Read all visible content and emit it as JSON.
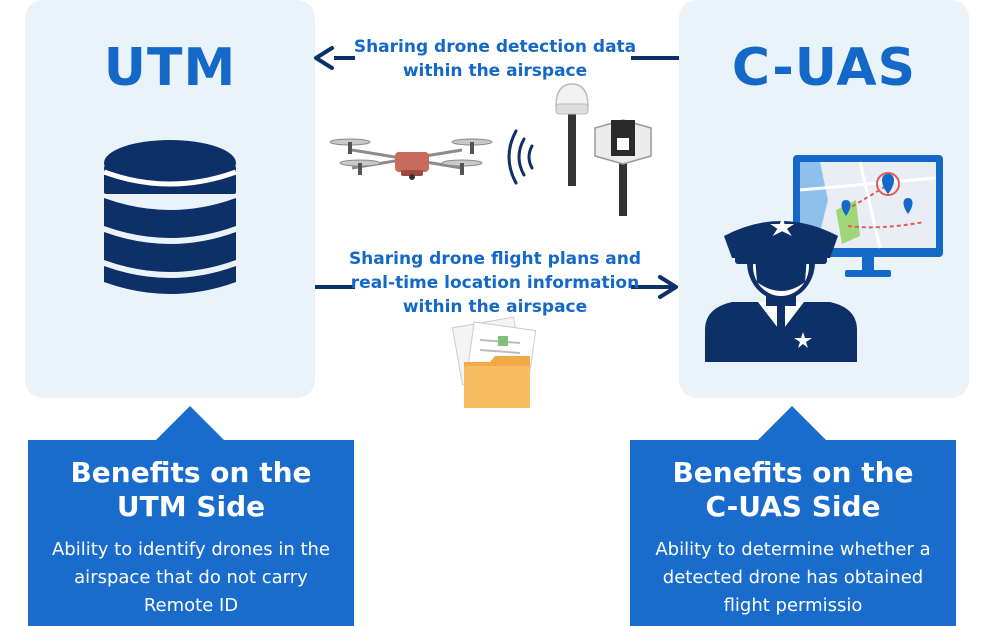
{
  "utm": {
    "title": "UTM",
    "icon": "database-icon",
    "benefit_title": "Benefits on the\nUTM Side",
    "benefit_text": "Ability to identify drones in the\nairspace that do not carry\nRemote ID"
  },
  "cuas": {
    "title": "C-UAS",
    "icon": "police-officer-icon",
    "benefit_title": "Benefits on the\nC-UAS Side",
    "benefit_text": "Ability to determine whether a\ndetected drone has obtained\nflight permissio"
  },
  "flows": {
    "top": "Sharing drone detection data\nwithin the airspace",
    "bottom": "Sharing drone flight plans and\nreal-time location information\nwithin the airspace"
  },
  "colors": {
    "accent": "#1468c8",
    "dark_navy": "#0d3068",
    "panel_bg": "#eaf2fa",
    "benefit_bg": "#1a6ccc"
  }
}
